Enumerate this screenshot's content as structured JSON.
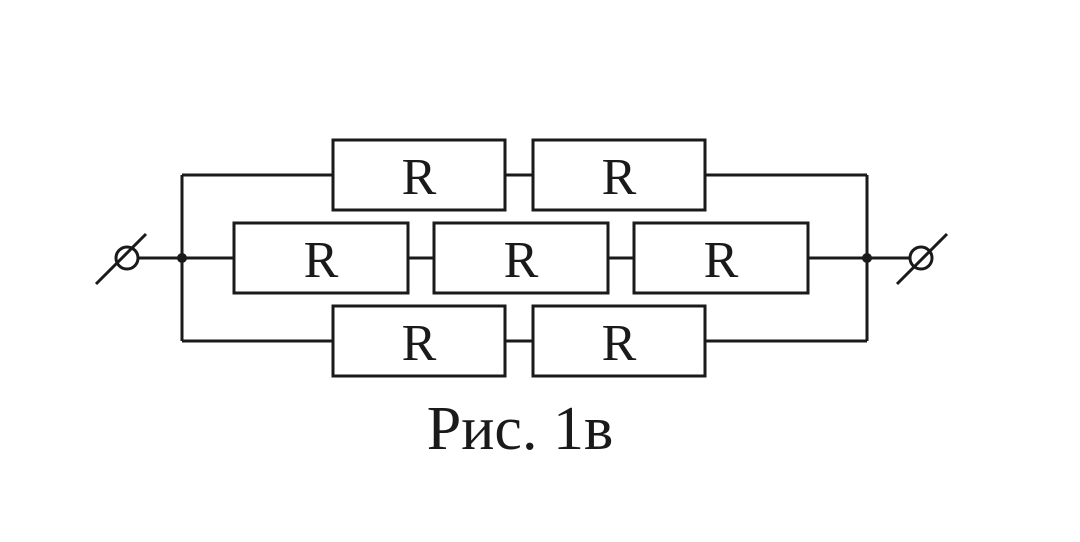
{
  "diagram": {
    "resistor_label": "R",
    "branches": [
      {
        "name": "top",
        "resistor_count": 2
      },
      {
        "name": "middle",
        "resistor_count": 3
      },
      {
        "name": "bottom",
        "resistor_count": 2
      }
    ],
    "terminals": [
      "left",
      "right"
    ],
    "caption": "Рис. 1в"
  }
}
